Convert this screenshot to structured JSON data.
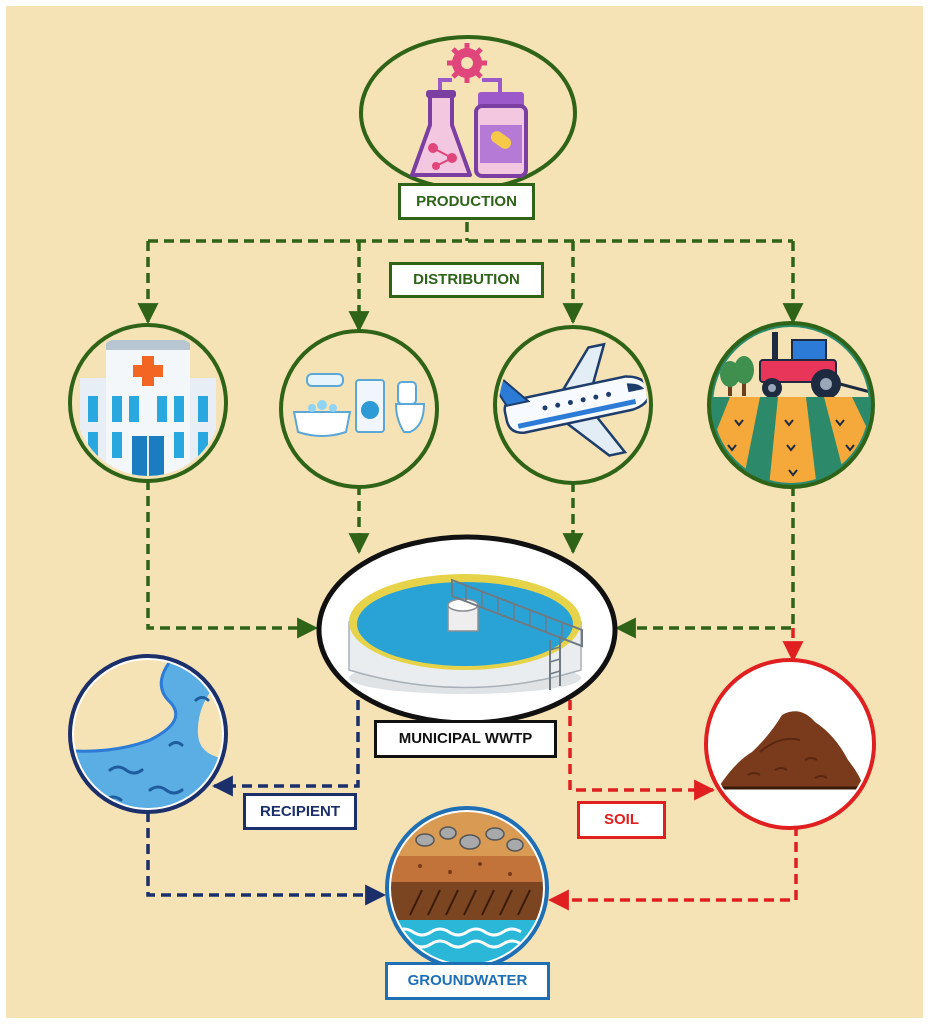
{
  "labels": {
    "production": "PRODUCTION",
    "distribution": "DISTRIBUTION",
    "wwtp": "MUNICIPAL WWTP",
    "recipient": "RECIPIENT",
    "soil": "SOIL",
    "groundwater": "GROUNDWATER"
  },
  "colors": {
    "background": "#f5e3b6",
    "flow_green": "#2e6318",
    "soil_red": "#e02020",
    "recipient_navy": "#1b2f6b",
    "groundwater_blue": "#1f6fb5",
    "wwtp_black": "#111111"
  },
  "nodes": [
    {
      "id": "production",
      "icon": "lab-flask-and-pill-bottle-icon"
    },
    {
      "id": "hospital",
      "icon": "hospital-icon"
    },
    {
      "id": "households",
      "icon": "bathroom-fixtures-icon"
    },
    {
      "id": "airplane",
      "icon": "airplane-icon"
    },
    {
      "id": "agriculture",
      "icon": "tractor-field-icon"
    },
    {
      "id": "wwtp",
      "icon": "wastewater-tank-icon"
    },
    {
      "id": "recipient",
      "icon": "river-icon"
    },
    {
      "id": "soil",
      "icon": "soil-pile-icon"
    },
    {
      "id": "groundwater",
      "icon": "groundwater-layers-icon"
    }
  ]
}
